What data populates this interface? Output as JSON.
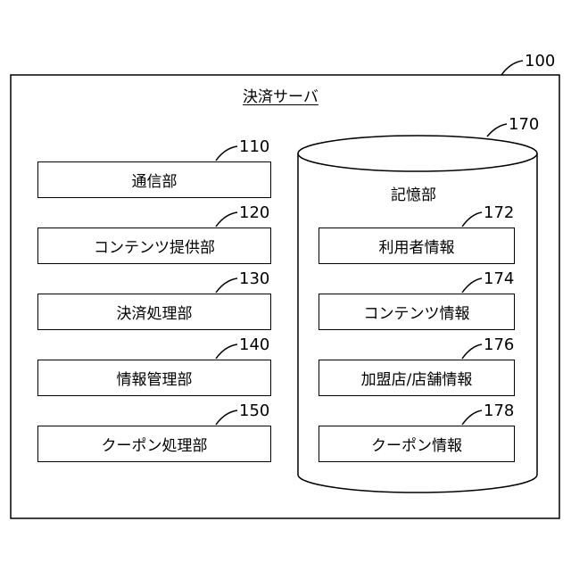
{
  "server": {
    "ref": "100",
    "title": "決済サーバ"
  },
  "left_units": [
    {
      "ref": "110",
      "label": "通信部"
    },
    {
      "ref": "120",
      "label": "コンテンツ提供部"
    },
    {
      "ref": "130",
      "label": "決済処理部"
    },
    {
      "ref": "140",
      "label": "情報管理部"
    },
    {
      "ref": "150",
      "label": "クーポン処理部"
    }
  ],
  "storage": {
    "ref": "170",
    "title": "記憶部",
    "items": [
      {
        "ref": "172",
        "label": "利用者情報"
      },
      {
        "ref": "174",
        "label": "コンテンツ情報"
      },
      {
        "ref": "176",
        "label": "加盟店/店舗情報"
      },
      {
        "ref": "178",
        "label": "クーポン情報"
      }
    ]
  }
}
